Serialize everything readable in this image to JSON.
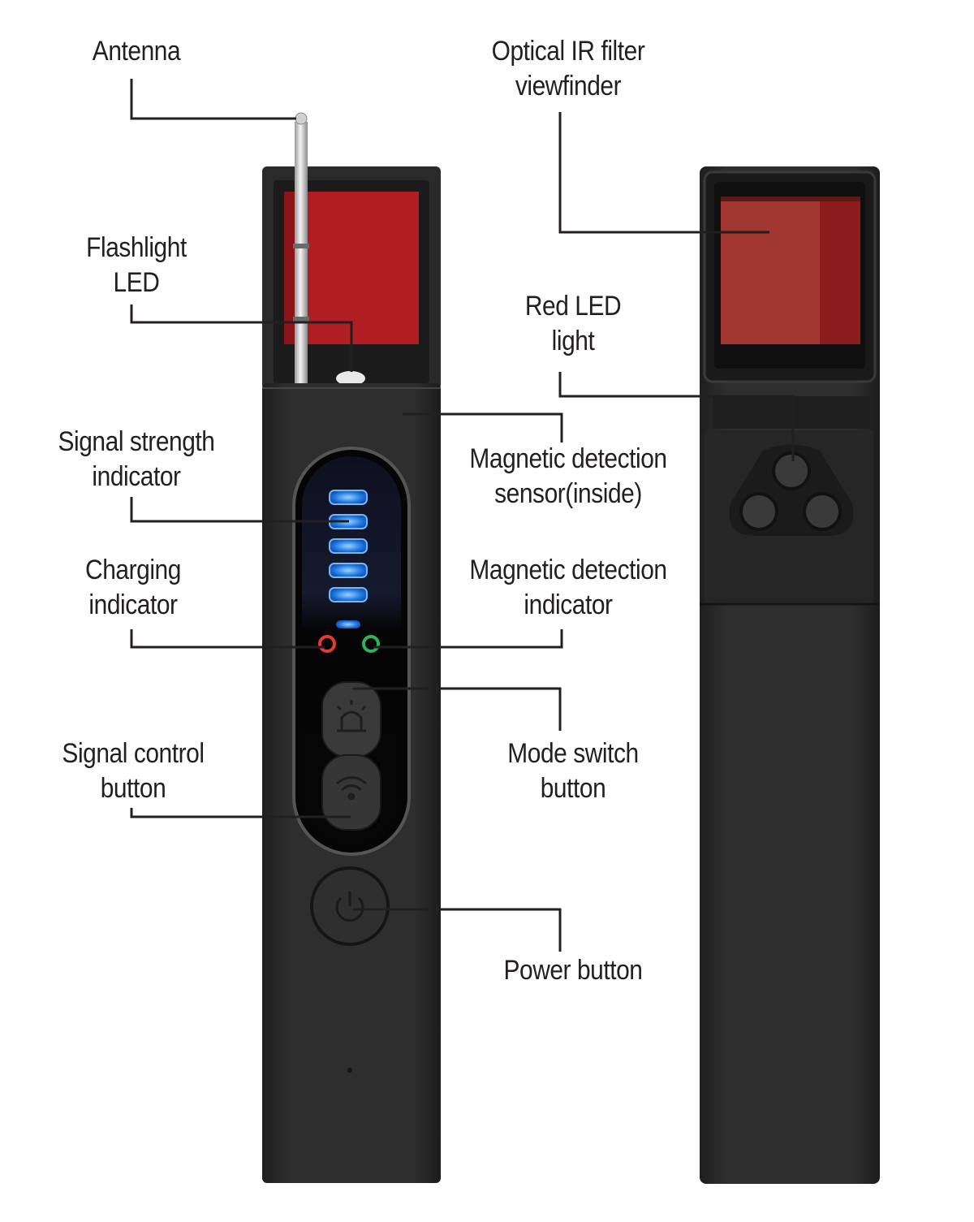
{
  "colors": {
    "device_body": "#2b2b2c",
    "filter_red": "#b01e24",
    "led_blue": "#1f7ae0",
    "charging_led": "#e53a32",
    "magnetic_led": "#2fb35a",
    "leader_line": "#231f20"
  },
  "labels": {
    "antenna": [
      "Antenna"
    ],
    "optical_ir": [
      "Optical IR filter",
      "viewfinder"
    ],
    "flashlight": [
      "Flashlight",
      "LED"
    ],
    "red_led": [
      "Red LED",
      "light"
    ],
    "signal_strength": [
      "Signal strength",
      "indicator"
    ],
    "magnetic_sensor": [
      "Magnetic detection",
      "sensor(inside)"
    ],
    "charging": [
      "Charging",
      "indicator"
    ],
    "magnetic_indicator": [
      "Magnetic detection",
      "indicator"
    ],
    "signal_control": [
      "Signal control",
      "button"
    ],
    "mode_switch": [
      "Mode switch",
      "button"
    ],
    "power": [
      "Power button"
    ]
  },
  "icons": {
    "power_button": "power-icon",
    "mode_button": "alarm-bell-icon",
    "signal_button": "wifi-signal-icon"
  }
}
